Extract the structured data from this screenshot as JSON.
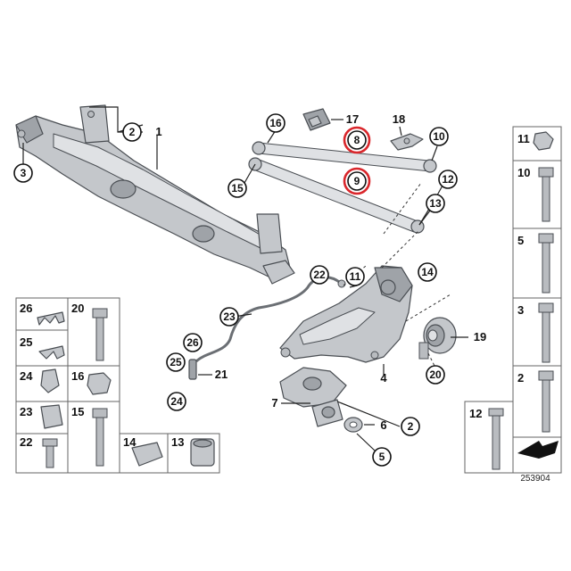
{
  "diagram": {
    "callouts": {
      "c1": "1",
      "c2a": "2",
      "c2b": "2",
      "c3": "3",
      "c4": "4",
      "c5": "5",
      "c6": "6",
      "c7": "7",
      "c8": "8",
      "c9": "9",
      "c10": "10",
      "c11": "11",
      "c12": "12",
      "c13": "13",
      "c14": "14",
      "c15": "15",
      "c16": "16",
      "c17": "17",
      "c18": "18",
      "c19": "19",
      "c20": "20",
      "c21": "21",
      "c22": "22",
      "c23": "23",
      "c24": "24",
      "c25": "25",
      "c26": "26"
    },
    "highlighted_callouts": [
      "8",
      "9"
    ],
    "highlight_color": "#d9262b",
    "right_column": {
      "r11": "11",
      "r10": "10",
      "r5": "5",
      "r3": "3",
      "r2": "2",
      "r12": "12"
    },
    "left_grid": {
      "g26": "26",
      "g20": "20",
      "g25": "25",
      "g24": "24",
      "g16": "16",
      "g23": "23",
      "g15": "15",
      "g22": "22",
      "g14": "14",
      "g13": "13"
    },
    "diagram_code": "253904"
  }
}
